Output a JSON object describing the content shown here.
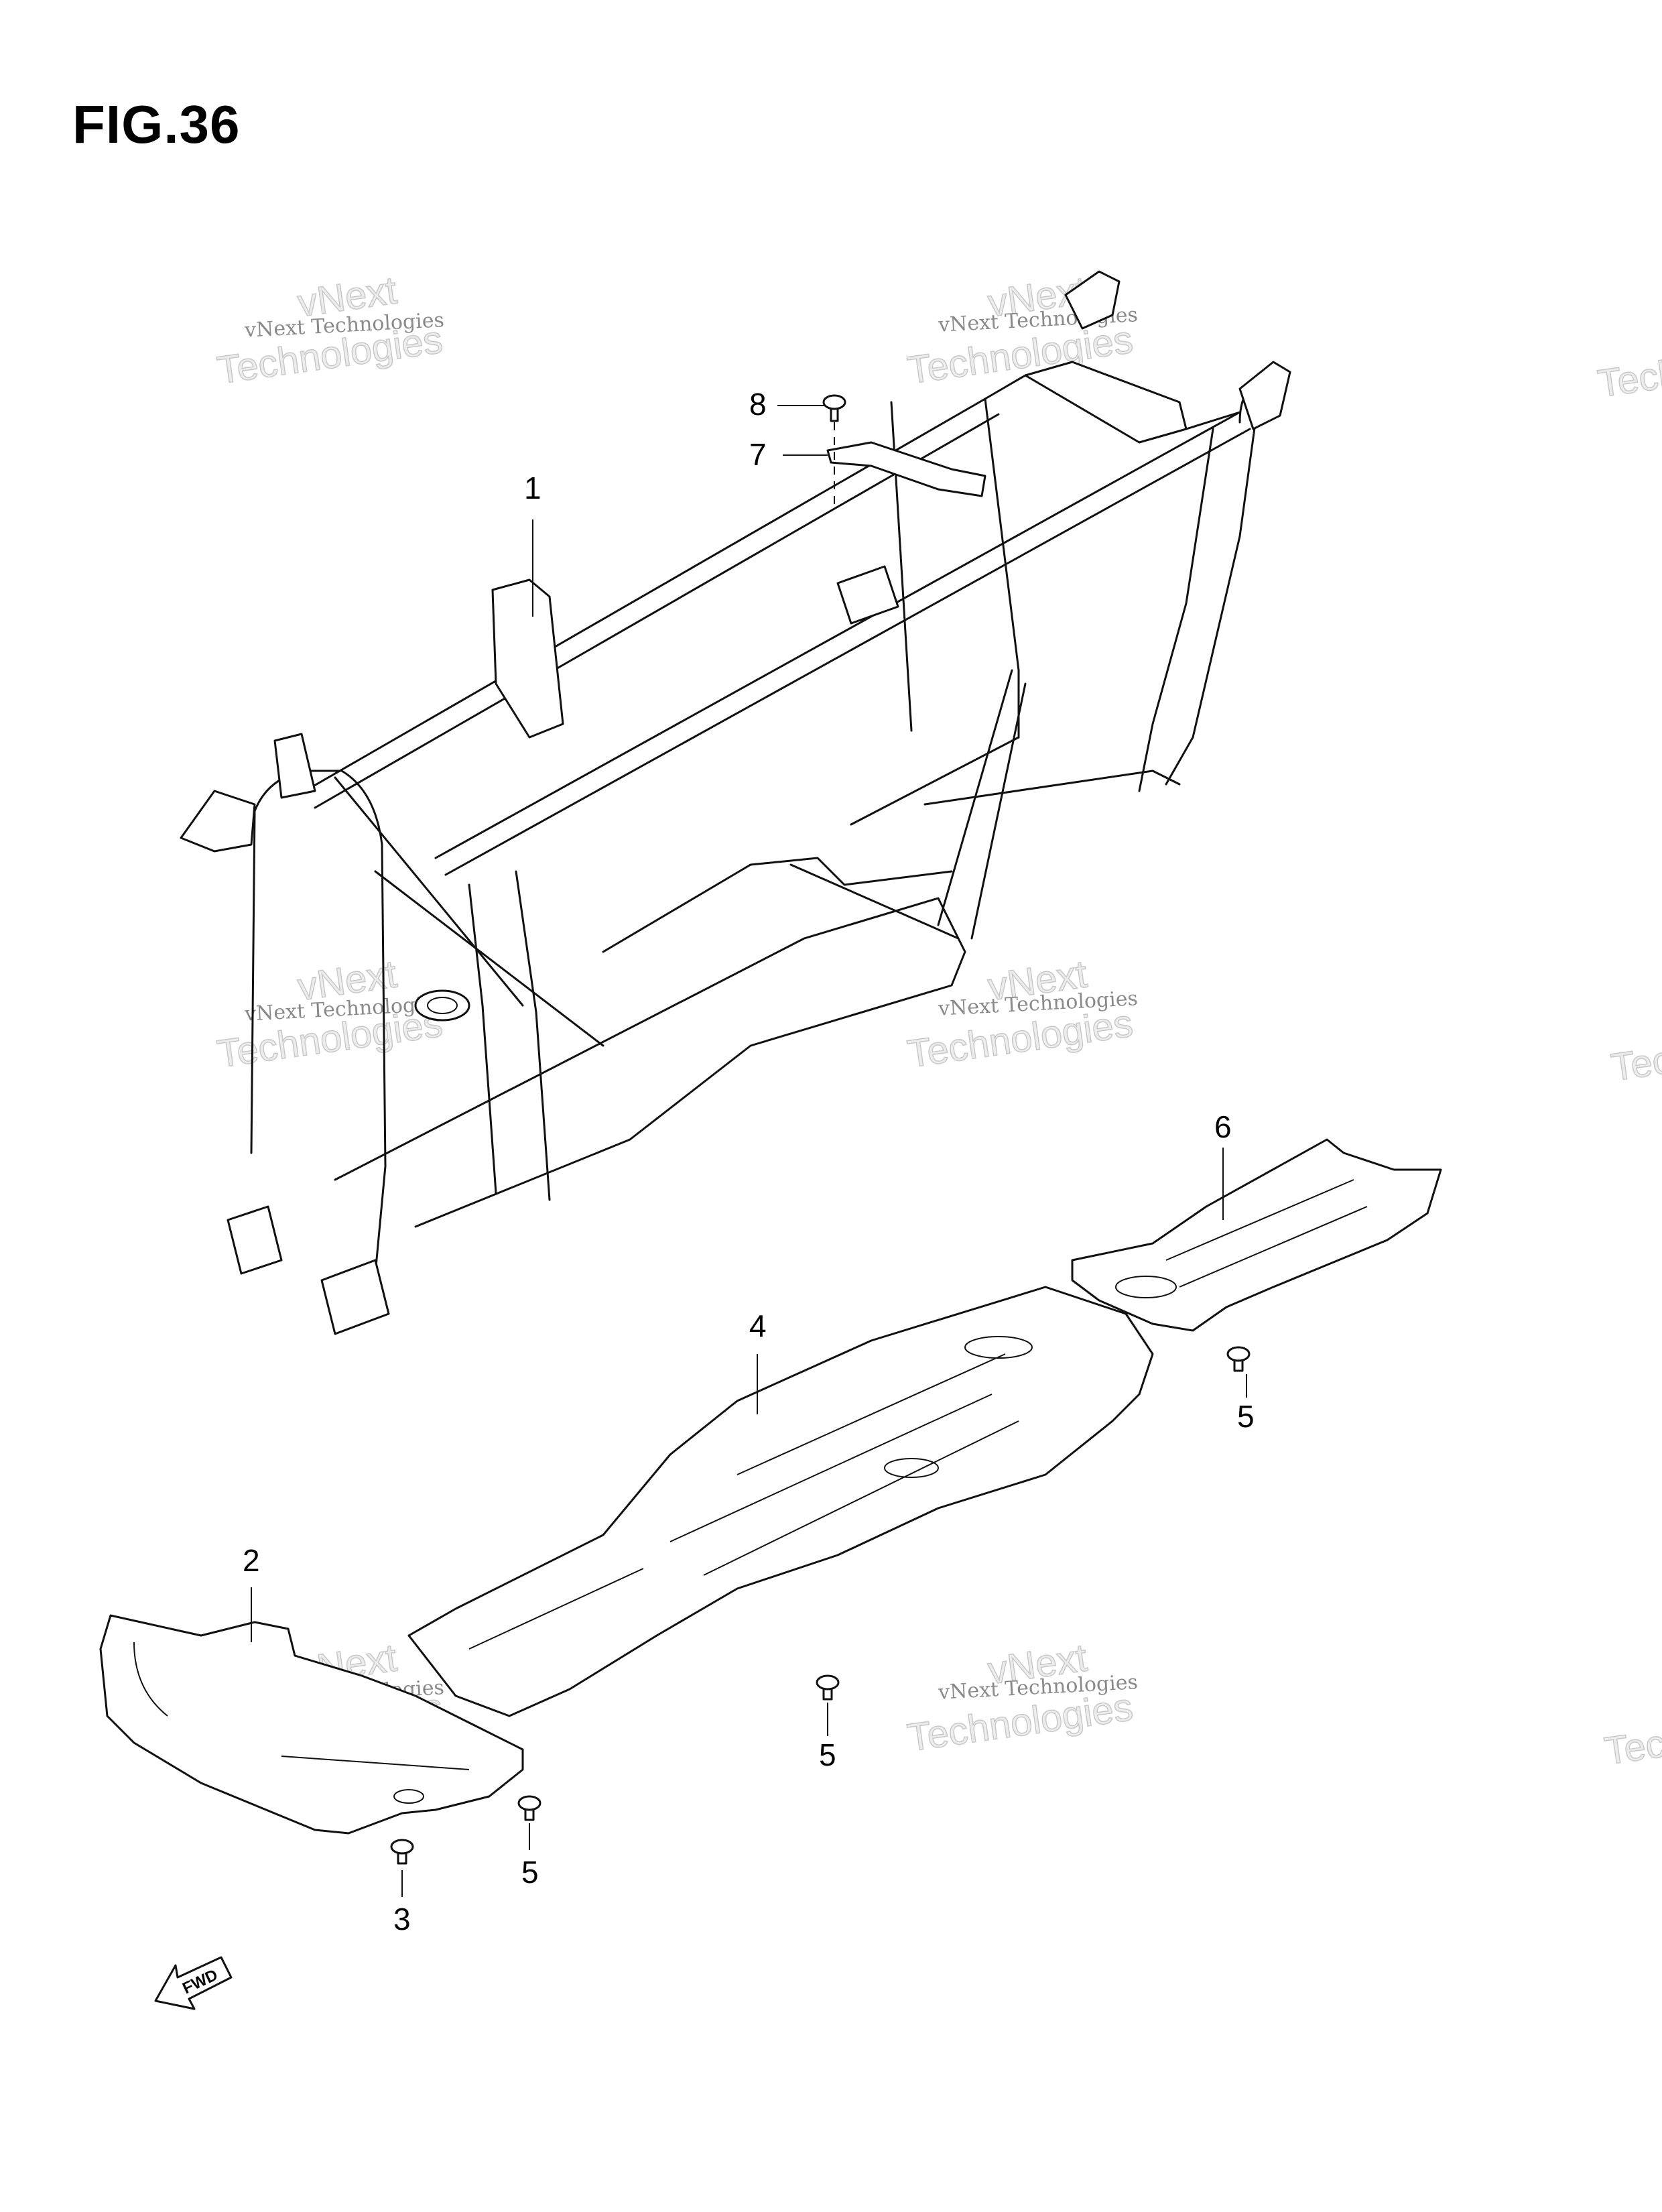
{
  "figure": {
    "title": "FIG.36"
  },
  "callouts": [
    {
      "id": "callout-1",
      "label": "1"
    },
    {
      "id": "callout-2",
      "label": "2"
    },
    {
      "id": "callout-3",
      "label": "3"
    },
    {
      "id": "callout-4",
      "label": "4"
    },
    {
      "id": "callout-5a",
      "label": "5"
    },
    {
      "id": "callout-5b",
      "label": "5"
    },
    {
      "id": "callout-5c",
      "label": "5"
    },
    {
      "id": "callout-6",
      "label": "6"
    },
    {
      "id": "callout-7",
      "label": "7"
    },
    {
      "id": "callout-8",
      "label": "8"
    }
  ],
  "direction_marker": {
    "label": "FWD"
  },
  "watermark": {
    "small": "vNext Technologies",
    "large": "Technologies",
    "brand": "vNext"
  },
  "colors": {
    "line": "#111111",
    "watermark": "#8a8a8a",
    "background": "#ffffff"
  }
}
